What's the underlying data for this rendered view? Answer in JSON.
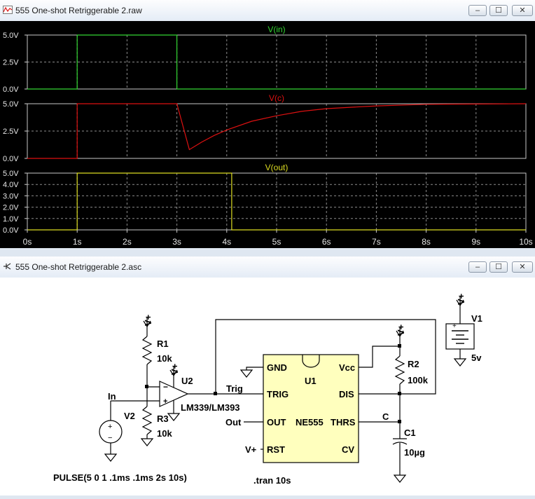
{
  "waveform_window": {
    "title": "555 One-shot Retriggerable 2.raw",
    "controls": {
      "minimize": "‒",
      "maximize": "☐",
      "close": "✕"
    }
  },
  "schematic_window": {
    "title": "555 One-shot Retriggerable 2.asc",
    "controls": {
      "minimize": "‒",
      "maximize": "☐",
      "close": "✕"
    }
  },
  "colors": {
    "vin": "#33d633",
    "vc": "#dd1111",
    "vout": "#dddd22",
    "grid": "#8c8c8c",
    "ic_fill": "#ffffbe"
  },
  "chart_data": [
    {
      "type": "line",
      "title": "V(in)",
      "xlim": [
        0,
        10
      ],
      "ylim": [
        0,
        5
      ],
      "yticks": [
        "5.0V",
        "2.5V",
        "0.0V"
      ],
      "x": [
        0,
        1,
        1,
        3,
        3,
        10
      ],
      "values": [
        0,
        0,
        5,
        5,
        0,
        0
      ]
    },
    {
      "type": "line",
      "title": "V(c)",
      "xlim": [
        0,
        10
      ],
      "ylim": [
        0,
        5
      ],
      "yticks": [
        "5.0V",
        "2.5V",
        "0.0V"
      ],
      "x": [
        0,
        1,
        1,
        3,
        3.25,
        3.5,
        3.75,
        4,
        4.5,
        5,
        5.5,
        6,
        7,
        8,
        10
      ],
      "values": [
        0,
        0,
        5,
        5,
        0.8,
        1.5,
        2.1,
        2.6,
        3.4,
        3.9,
        4.3,
        4.55,
        4.8,
        4.95,
        5.0
      ]
    },
    {
      "type": "line",
      "title": "V(out)",
      "xlim": [
        0,
        10
      ],
      "ylim": [
        0,
        5
      ],
      "yticks": [
        "5.0V",
        "4.0V",
        "3.0V",
        "2.0V",
        "1.0V",
        "0.0V"
      ],
      "x": [
        0,
        1,
        1,
        4.1,
        4.1,
        10
      ],
      "values": [
        0,
        0,
        5,
        5,
        0,
        0
      ],
      "xticks": [
        "0s",
        "1s",
        "2s",
        "3s",
        "4s",
        "5s",
        "6s",
        "7s",
        "8s",
        "9s",
        "10s"
      ]
    }
  ],
  "schematic": {
    "labels": {
      "vplus_a": "V+",
      "vplus_b": "V+",
      "vplus_c": "V+",
      "vplus_d": "V+",
      "vplus_rst": "V+",
      "r1": "R1",
      "r1_val": "10k",
      "r3": "R3",
      "r3_val": "10k",
      "u2": "U2",
      "u2_part": "LM339/LM393",
      "in": "In",
      "v2": "V2",
      "trig_net": "Trig",
      "out_net": "Out",
      "c_net": "C",
      "u1": "U1",
      "ne555": "NE555",
      "pin_gnd": "GND",
      "pin_trig": "TRIG",
      "pin_out": "OUT",
      "pin_rst": "RST",
      "pin_vcc": "Vcc",
      "pin_dis": "DIS",
      "pin_thrs": "THRS",
      "pin_cv": "CV",
      "r2": "R2",
      "r2_val": "100k",
      "c1": "C1",
      "c1_val": "10µg",
      "v1": "V1",
      "v1_val": "5v",
      "pulse": "PULSE(5 0 1 .1ms .1ms 2s 10s)",
      "tran": ".tran 10s",
      "opamp_minus": "−",
      "opamp_plus": "+",
      "src_plus": "+",
      "src_minus": "−",
      "bat_plus": "+"
    }
  }
}
